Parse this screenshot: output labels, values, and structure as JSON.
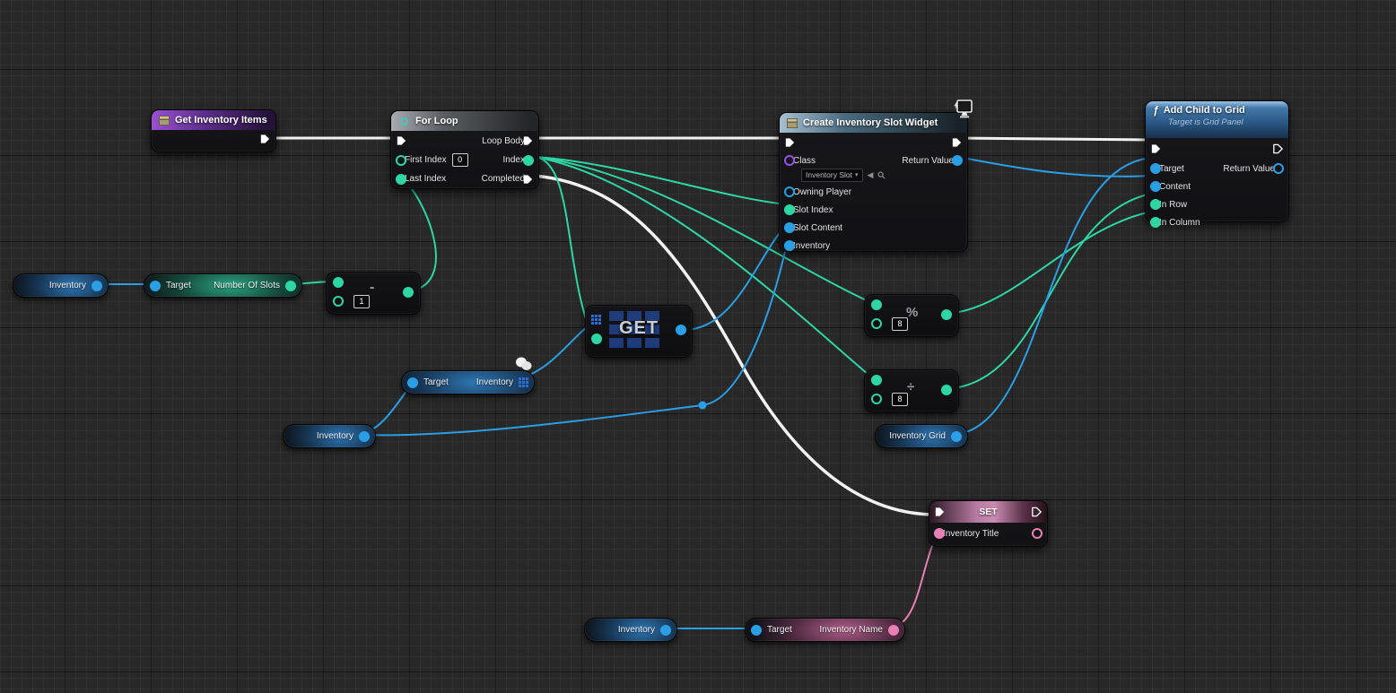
{
  "colors": {
    "exec": "#f2f2f2",
    "int": "#2fd6a4",
    "object": "#2a9fe5",
    "pink": "#e87fb5",
    "class": "#9551e8",
    "array": "#2a6fd4"
  },
  "icons": {
    "function_glyph": "ƒ",
    "dropdown_arrow": "▾",
    "back_arrow": "◀"
  },
  "nodes": {
    "get_inventory_items": {
      "title": "Get Inventory Items"
    },
    "for_loop": {
      "title": "For Loop",
      "first_index": "First Index",
      "first_index_value": "0",
      "last_index": "Last Index",
      "loop_body": "Loop Body",
      "index": "Index",
      "completed": "Completed"
    },
    "create_slot_widget": {
      "title": "Create Inventory Slot Widget",
      "class_label": "Class",
      "class_value": "Inventory Slot",
      "owning_player": "Owning Player",
      "slot_index": "Slot Index",
      "slot_content": "Slot Content",
      "inventory": "Inventory",
      "return_value": "Return Value"
    },
    "add_child_to_grid": {
      "title": "Add Child to Grid",
      "subtitle": "Target is Grid Panel",
      "target": "Target",
      "content": "Content",
      "in_row": "In Row",
      "in_column": "In Column",
      "return_value": "Return Value"
    },
    "inventory_var_top": {
      "label": "Inventory"
    },
    "number_of_slots_getter": {
      "target": "Target",
      "label": "Number Of Slots"
    },
    "subtract_int": {
      "operator": "-",
      "operand_value": "1"
    },
    "array_get": {
      "label": "GET"
    },
    "inventory_getter": {
      "target": "Target",
      "label": "Inventory"
    },
    "inventory_var_mid": {
      "label": "Inventory"
    },
    "modulo_int": {
      "operator": "%",
      "operand_value": "8"
    },
    "divide_int": {
      "operator": "÷",
      "operand_value": "8"
    },
    "inventory_grid_var": {
      "label": "Inventory Grid"
    },
    "set_inventory_title": {
      "title": "SET",
      "pin_label": "Inventory Title"
    },
    "inventory_var_bottom": {
      "label": "Inventory"
    },
    "inventory_name_getter": {
      "target": "Target",
      "label": "Inventory Name"
    }
  }
}
